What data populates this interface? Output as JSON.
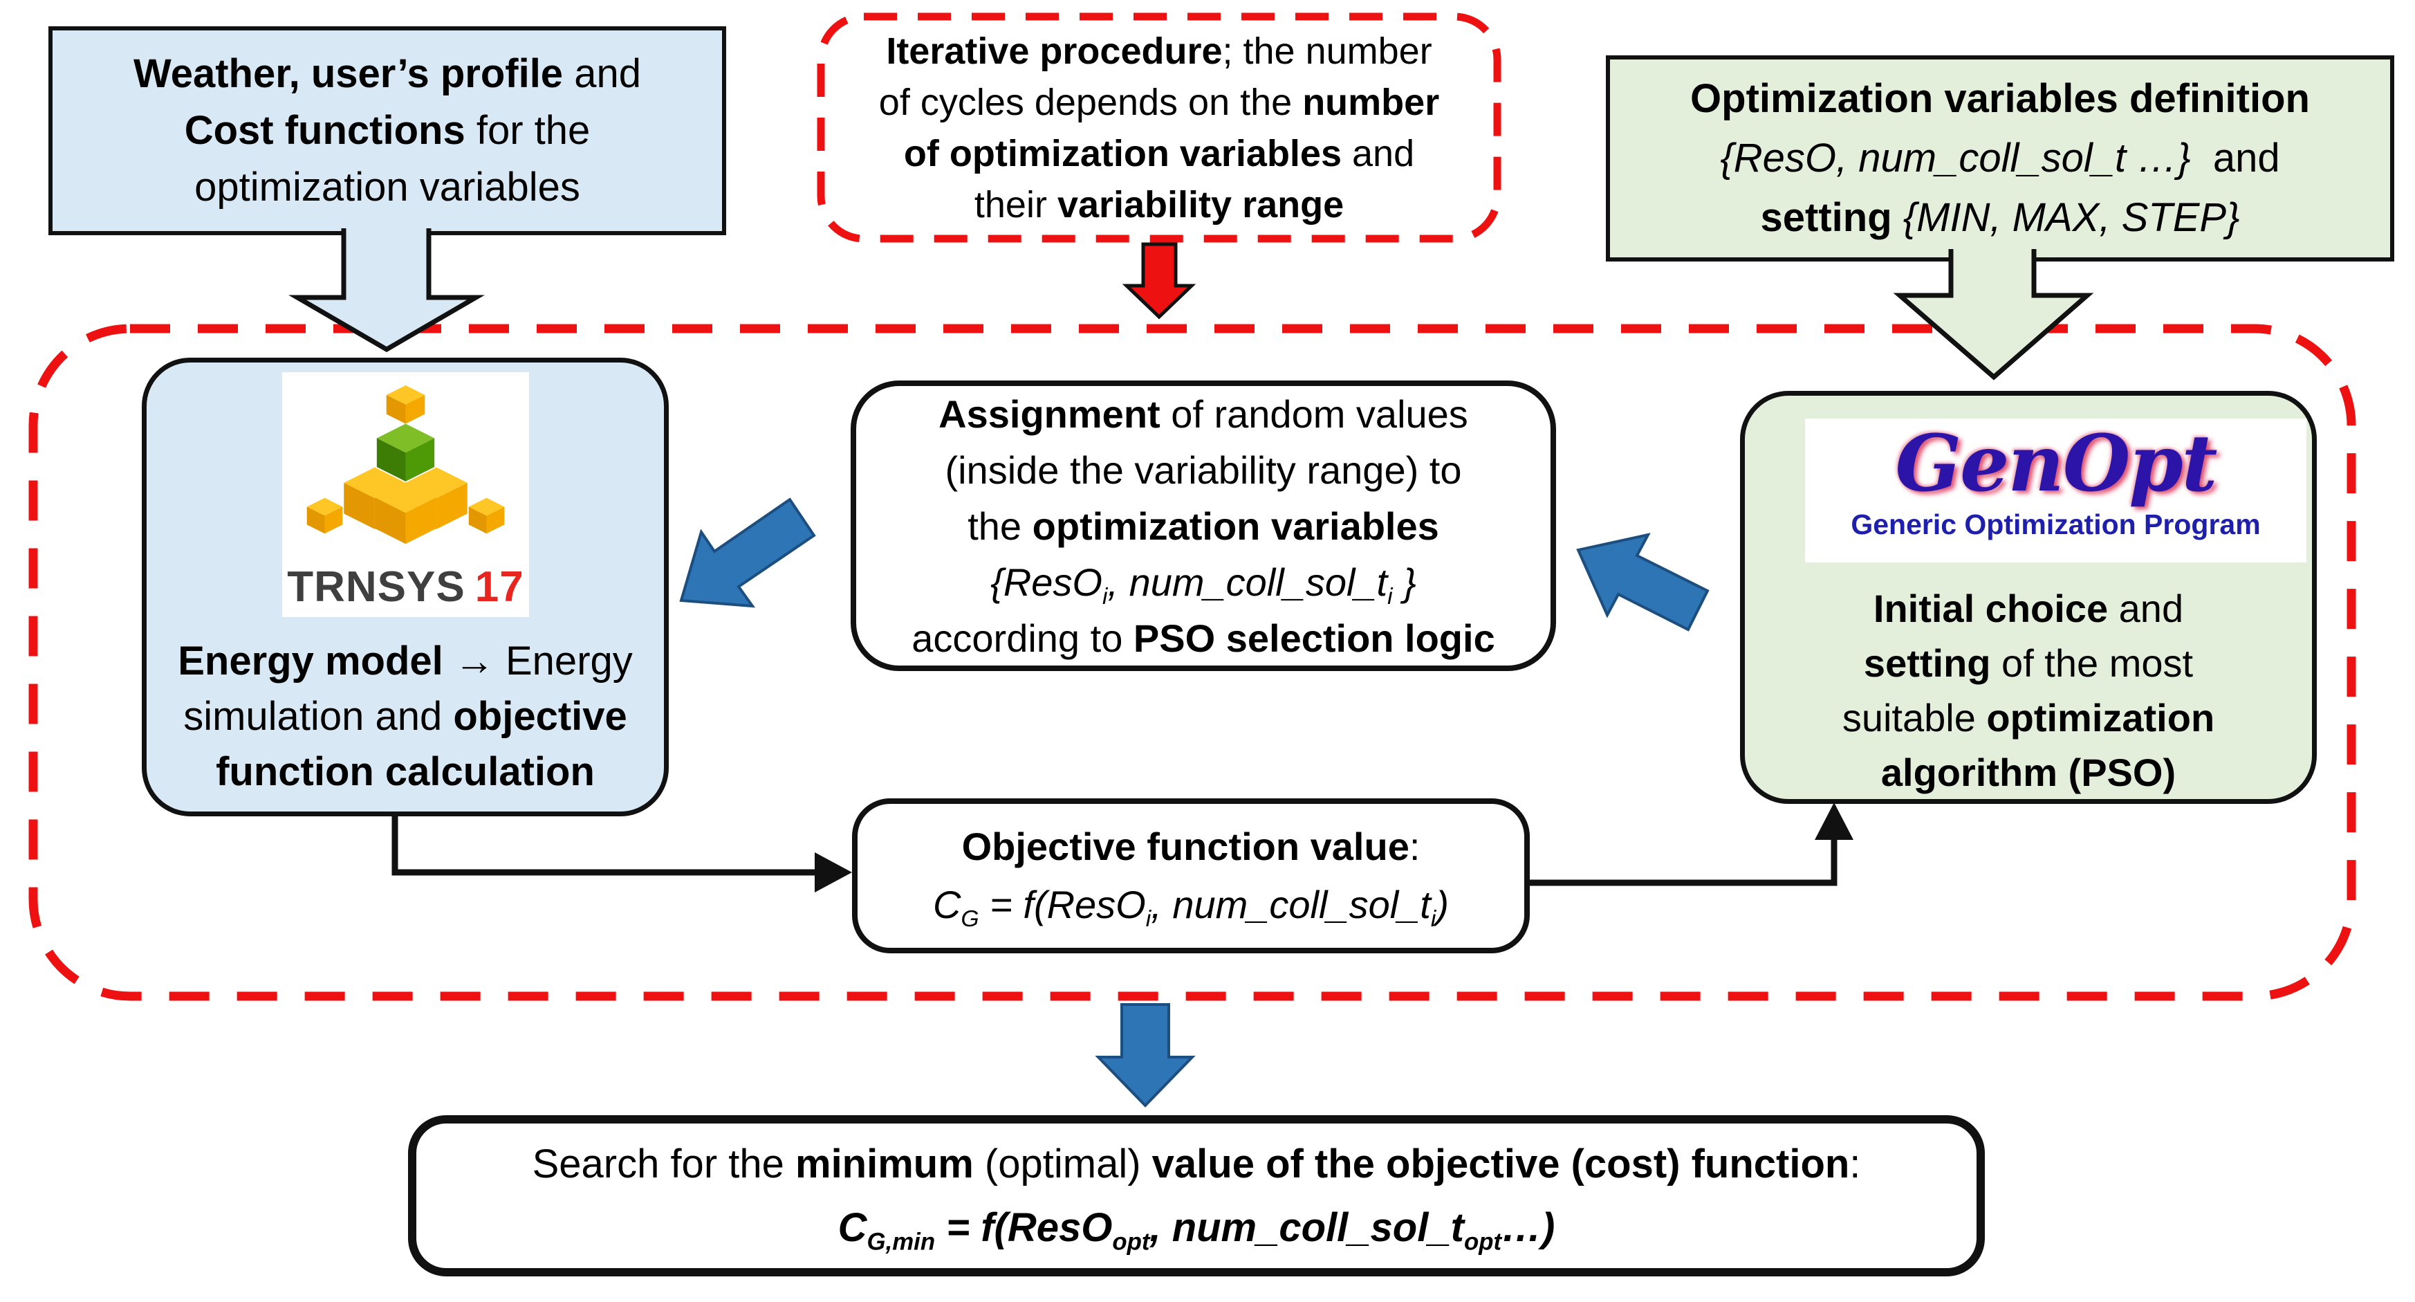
{
  "colors": {
    "light_blue": "#d9e8f5",
    "light_green": "#e3efdb",
    "red": "#ee1111",
    "blue_arrow": "#2e75b6",
    "blue_arrow_border": "#1c4e80",
    "line_black": "#111111"
  },
  "boxes": {
    "weather": {
      "lines": [
        [
          {
            "t": "Weather, user’s profile",
            "b": 1
          },
          {
            "t": " and"
          }
        ],
        [
          {
            "t": "Cost functions",
            "b": 1
          },
          {
            "t": " for the"
          }
        ],
        [
          {
            "t": "optimization variables"
          }
        ]
      ]
    },
    "iterative": {
      "lines": [
        [
          {
            "t": "Iterative procedure",
            "b": 1
          },
          {
            "t": "; the number"
          }
        ],
        [
          {
            "t": "of cycles depends on the "
          },
          {
            "t": "number",
            "b": 1
          }
        ],
        [
          {
            "t": "of optimization variables",
            "b": 1
          },
          {
            "t": " and"
          }
        ],
        [
          {
            "t": "their "
          },
          {
            "t": "variability range",
            "b": 1
          }
        ]
      ]
    },
    "optvars": {
      "lines": [
        [
          {
            "t": "Optimization variables definition",
            "b": 1
          }
        ],
        [
          {
            "t": "{ResO, num_coll_sol_t …}",
            "i": 1
          },
          {
            "t": "  and"
          }
        ],
        [
          {
            "t": "setting ",
            "b": 1
          },
          {
            "t": "{MIN, MAX, STEP}",
            "i": 1
          }
        ]
      ]
    },
    "trnsys": {
      "lines": [
        [
          {
            "t": "Energy model",
            "b": 1
          },
          {
            "t": " → Energy"
          }
        ],
        [
          {
            "t": "simulation and "
          },
          {
            "t": "objective",
            "b": 1
          }
        ],
        [
          {
            "t": "function calculation",
            "b": 1
          }
        ]
      ]
    },
    "assignment": {
      "lines": [
        [
          {
            "t": "Assignment",
            "b": 1
          },
          {
            "t": " of random values"
          }
        ],
        [
          {
            "t": "(inside the variability range) to"
          }
        ],
        [
          {
            "t": "the "
          },
          {
            "t": "optimization variables",
            "b": 1
          }
        ],
        [
          {
            "t": "{ResO",
            "i": 1
          },
          {
            "t": "i",
            "i": 1,
            "sub": 1
          },
          {
            "t": ", num_coll_sol_t",
            "i": 1
          },
          {
            "t": "i",
            "i": 1,
            "sub": 1
          },
          {
            "t": " }",
            "i": 1
          }
        ],
        [
          {
            "t": "according to "
          },
          {
            "t": "PSO selection logic",
            "b": 1
          }
        ]
      ]
    },
    "genopt": {
      "lines": [
        [
          {
            "t": "Initial choice",
            "b": 1
          },
          {
            "t": " and"
          }
        ],
        [
          {
            "t": "setting",
            "b": 1
          },
          {
            "t": " of the most"
          }
        ],
        [
          {
            "t": "suitable "
          },
          {
            "t": "optimization",
            "b": 1
          }
        ],
        [
          {
            "t": "algorithm (PSO)",
            "b": 1
          }
        ]
      ]
    },
    "objective": {
      "lines": [
        [
          {
            "t": "Objective function value",
            "b": 1
          },
          {
            "t": ":"
          }
        ],
        [
          {
            "t": "C",
            "i": 1
          },
          {
            "t": "G",
            "i": 1,
            "sub": 1
          },
          {
            "t": " = f(ResO",
            "i": 1
          },
          {
            "t": "i",
            "i": 1,
            "sub": 1
          },
          {
            "t": ", num_coll_sol_t",
            "i": 1
          },
          {
            "t": "i",
            "i": 1,
            "sub": 1
          },
          {
            "t": ")",
            "i": 1
          }
        ]
      ]
    },
    "search": {
      "lines": [
        [
          {
            "t": "Search for the "
          },
          {
            "t": "minimum",
            "b": 1
          },
          {
            "t": " (optimal) "
          },
          {
            "t": "value of the objective (cost) function",
            "b": 1
          },
          {
            "t": ":"
          }
        ],
        [
          {
            "t": "C",
            "b": 1,
            "i": 1
          },
          {
            "t": "G,min",
            "b": 1,
            "i": 1,
            "sub": 1
          },
          {
            "t": " = f(ResO",
            "b": 1,
            "i": 1
          },
          {
            "t": "opt",
            "b": 1,
            "i": 1,
            "sub": 1
          },
          {
            "t": ", num_coll_sol_t",
            "b": 1,
            "i": 1
          },
          {
            "t": "opt",
            "b": 1,
            "i": 1,
            "sub": 1
          },
          {
            "t": "…)",
            "b": 1,
            "i": 1
          }
        ]
      ]
    }
  },
  "logos": {
    "trnsys": {
      "name": "TRNSYS",
      "version": "17"
    },
    "genopt": {
      "title": "GenOpt",
      "subtitle": "Generic Optimization Program"
    }
  }
}
